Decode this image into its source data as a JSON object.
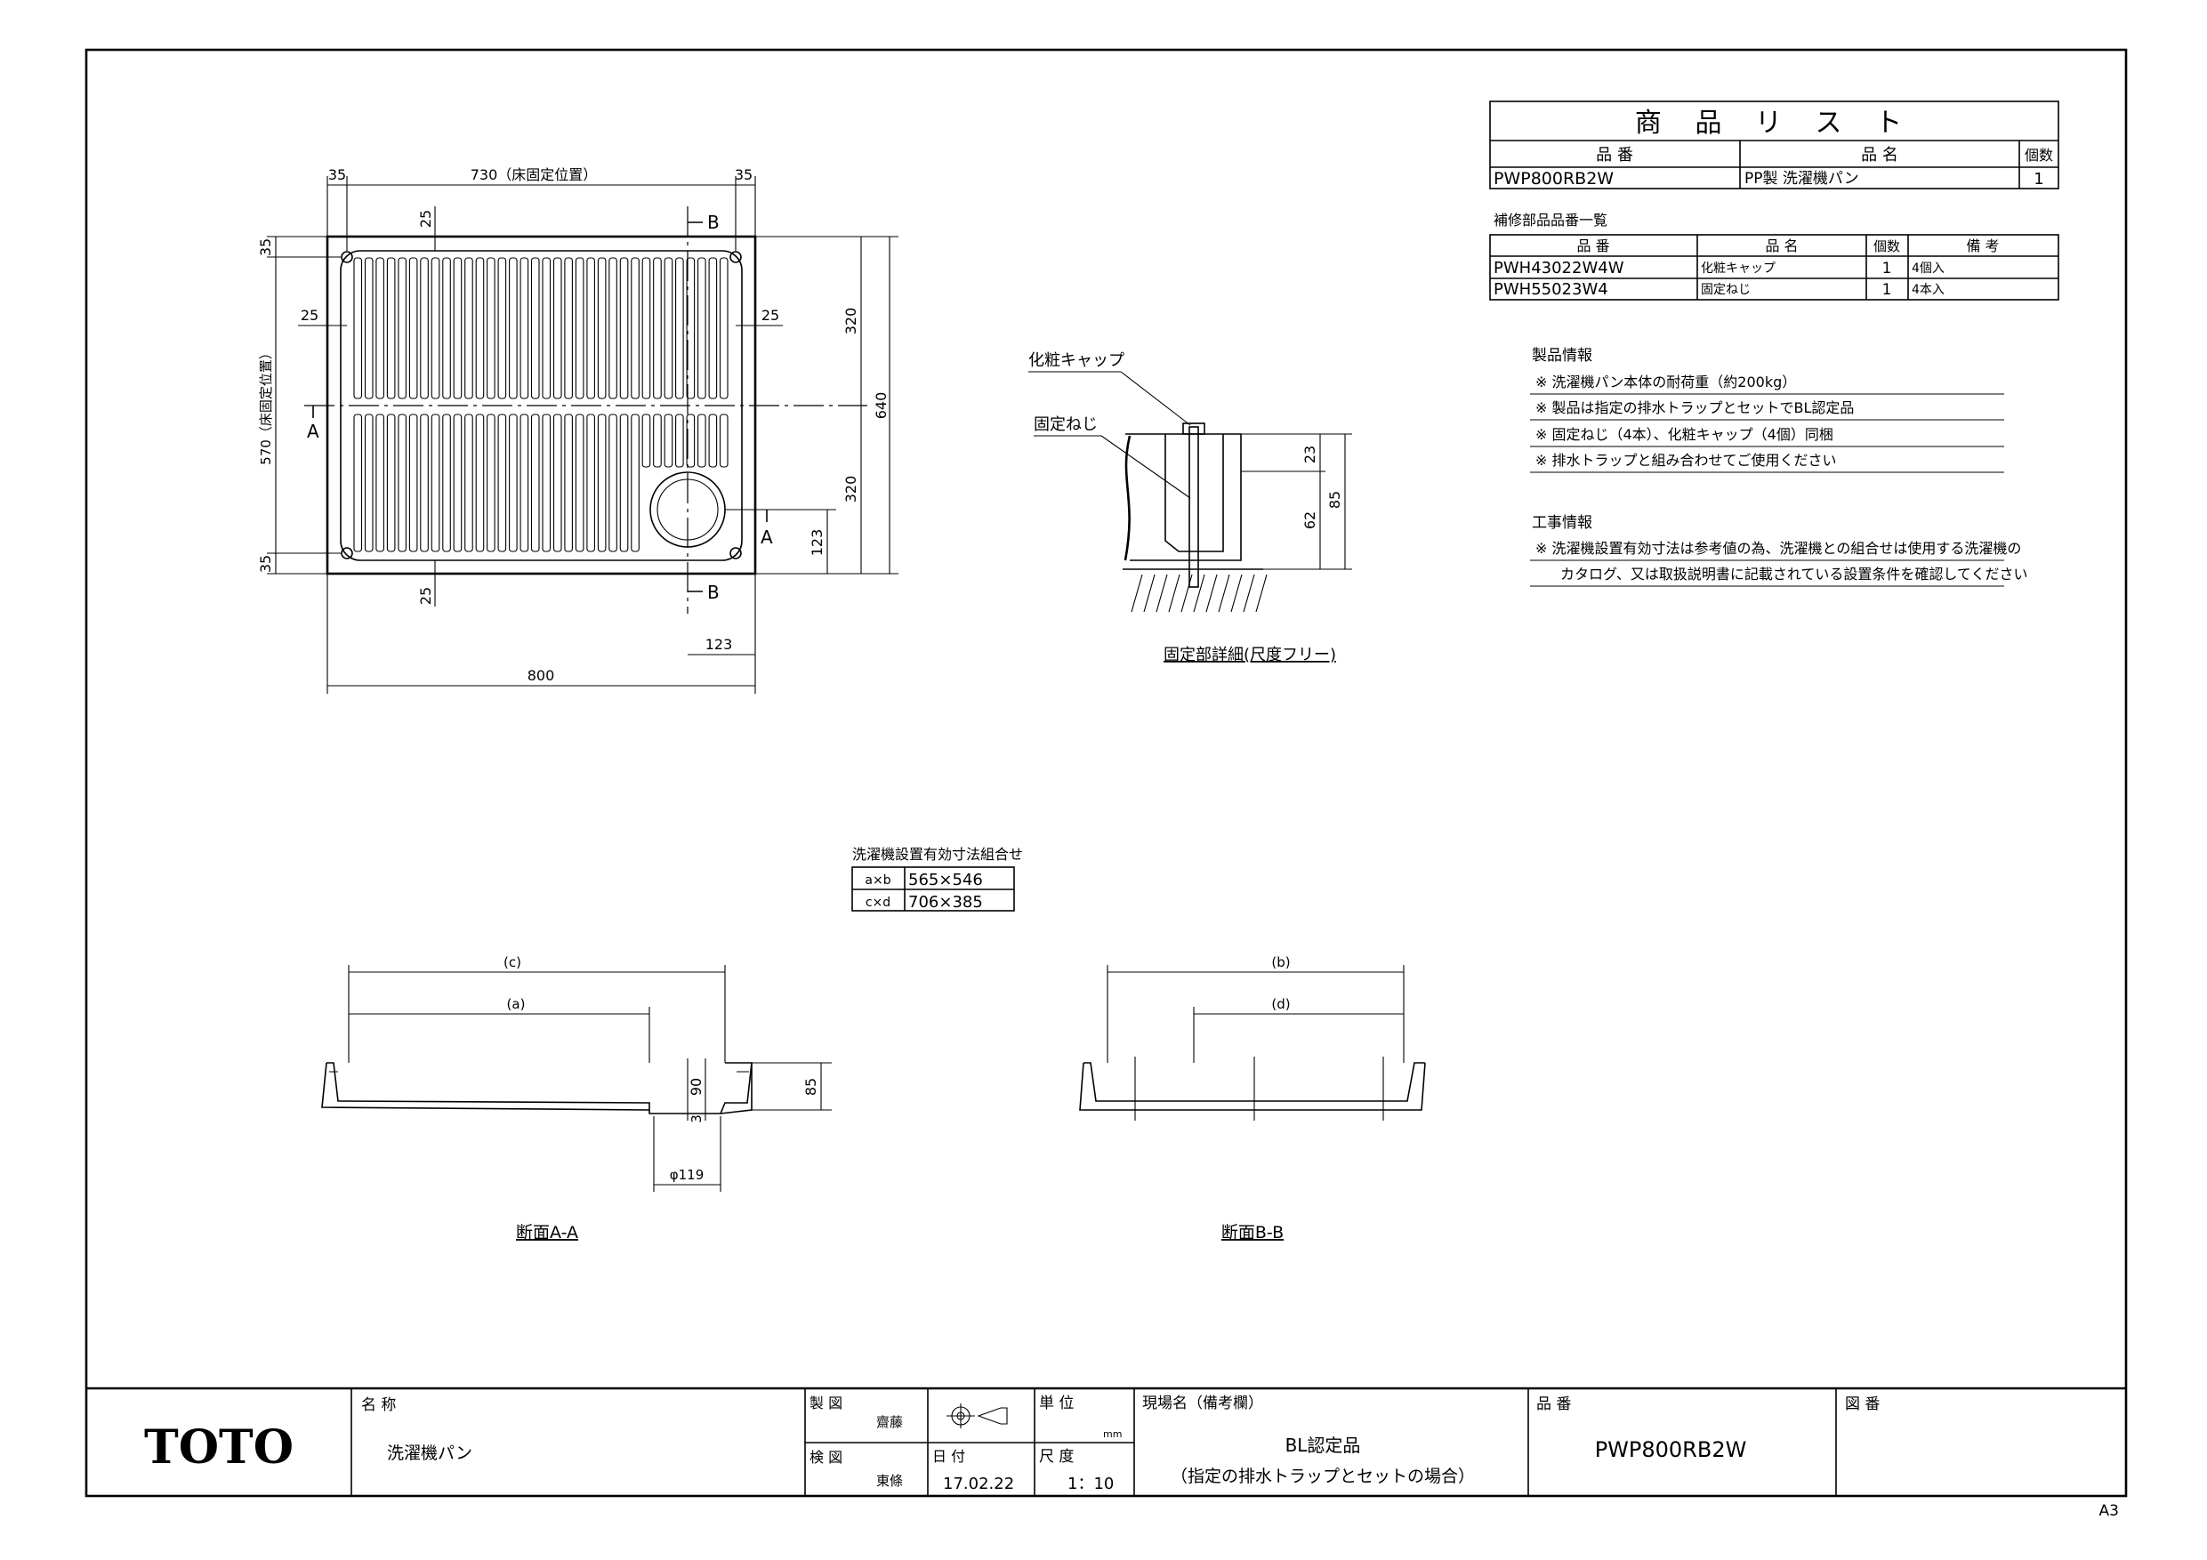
{
  "product_list": {
    "title": "商 品 リ ス ト",
    "headers": [
      "品 番",
      "品 名",
      "個数"
    ],
    "rows": [
      [
        "PWP800RB2W",
        "PP製 洗濯機パン",
        "1"
      ]
    ]
  },
  "parts_list": {
    "title": "補修部品品番一覧",
    "headers": [
      "品 番",
      "品 名",
      "個数",
      "備 考"
    ],
    "rows": [
      [
        "PWH43022W4W",
        "化粧キャップ",
        "1",
        "4個入"
      ],
      [
        "PWH55023W4",
        "固定ねじ",
        "1",
        "4本入"
      ]
    ]
  },
  "product_info": {
    "title": "製品情報",
    "notes": [
      "※ 洗濯機パン本体の耐荷重（約200kg）",
      "※ 製品は指定の排水トラップとセットでBL認定品",
      "※ 固定ねじ（4本）、化粧キャップ（4個）同梱",
      "※ 排水トラップと組み合わせてご使用ください"
    ]
  },
  "construction_info": {
    "title": "工事情報",
    "notes": [
      "※ 洗濯機設置有効寸法は参考値の為、洗濯機との組合せは使用する洗濯機の",
      "カタログ、又は取扱説明書に記載されている設置条件を確認してください"
    ]
  },
  "plan_view": {
    "dims": {
      "top_left": "35",
      "top_mid": "730（床固定位置）",
      "top_right": "35",
      "left_top": "35",
      "left_mid": "570（床固定位置）",
      "left_bottom": "35",
      "inner_25_top": "25",
      "inner_25_bottom": "25",
      "inner_25_left": "25",
      "inner_25_right": "25",
      "right_320_top": "320",
      "right_320_bottom": "320",
      "right_640": "640",
      "right_123": "123",
      "bottom_123": "123",
      "bottom_800": "800"
    },
    "section_marks": {
      "b_top": "B",
      "b_bottom": "B",
      "a_left": "A",
      "a_right": "A"
    }
  },
  "detail_view": {
    "label_cap": "化粧キャップ",
    "label_screw": "固定ねじ",
    "dims": {
      "d23": "23",
      "d62": "62",
      "d85": "85"
    },
    "caption": "固定部詳細(尺度フリー)"
  },
  "install_table": {
    "title": "洗濯機設置有効寸法組合せ",
    "rows": [
      [
        "a×b",
        "565×546"
      ],
      [
        "c×d",
        "706×385"
      ]
    ]
  },
  "section_aa": {
    "dims": {
      "c": "(c)",
      "a": "(a)",
      "d90": "90",
      "d85": "85",
      "d3": "3",
      "dia": "φ119"
    },
    "caption": "断面A-A"
  },
  "section_bb": {
    "dims": {
      "b": "(b)",
      "d": "(d)"
    },
    "caption": "断面B-B"
  },
  "title_block": {
    "logo": "TOTO",
    "name_label": "名 称",
    "name_value": "洗濯機パン",
    "drawn_label": "製 図",
    "drawn_by": "齋藤",
    "checked_label": "検 図",
    "checked_by": "東條",
    "date_label": "日 付",
    "date_value": "17.02.22",
    "unit_label": "単 位",
    "unit_value": "mm",
    "scale_label": "尺 度",
    "scale_value": "1：10",
    "site_label": "現場名（備考欄）",
    "site_line1": "BL認定品",
    "site_line2": "（指定の排水トラップとセットの場合）",
    "part_label": "品 番",
    "part_value": "PWP800RB2W",
    "fig_label": "図 番",
    "sheet_size": "A3"
  }
}
